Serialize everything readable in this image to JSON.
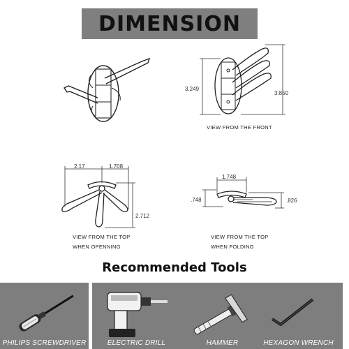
{
  "header": {
    "title": "DIMENSION"
  },
  "views": {
    "front": {
      "caption": "VIEW FROM THE FRONT",
      "height_inner": "3.249",
      "height_outer": "3.850"
    },
    "top_open": {
      "caption_line1": "VIEW FROM THE TOP",
      "caption_line2": "WHEN OPENNING",
      "width_left": "2.17",
      "width_right": "1.708",
      "length": "2.712"
    },
    "top_fold": {
      "caption_line1": "VIEW FROM THE TOP",
      "caption_line2": "WHEN FOLDING",
      "width": "1.748",
      "depth_left": ".748",
      "depth_right": ".826"
    }
  },
  "tools": {
    "title": "Recommended Tools",
    "items": [
      {
        "label": "PHILIPS SCREWDRIVER",
        "icon": "screwdriver-icon"
      },
      {
        "label": "ELECTRIC DRILL",
        "icon": "drill-icon"
      },
      {
        "label": "HAMMER",
        "icon": "hammer-icon"
      },
      {
        "label": "HEXAGON WRENCH",
        "icon": "hex-wrench-icon"
      }
    ]
  },
  "colors": {
    "banner": "#7f7f7f",
    "tool_panel": "#7e7e7e",
    "line": "#333333"
  }
}
